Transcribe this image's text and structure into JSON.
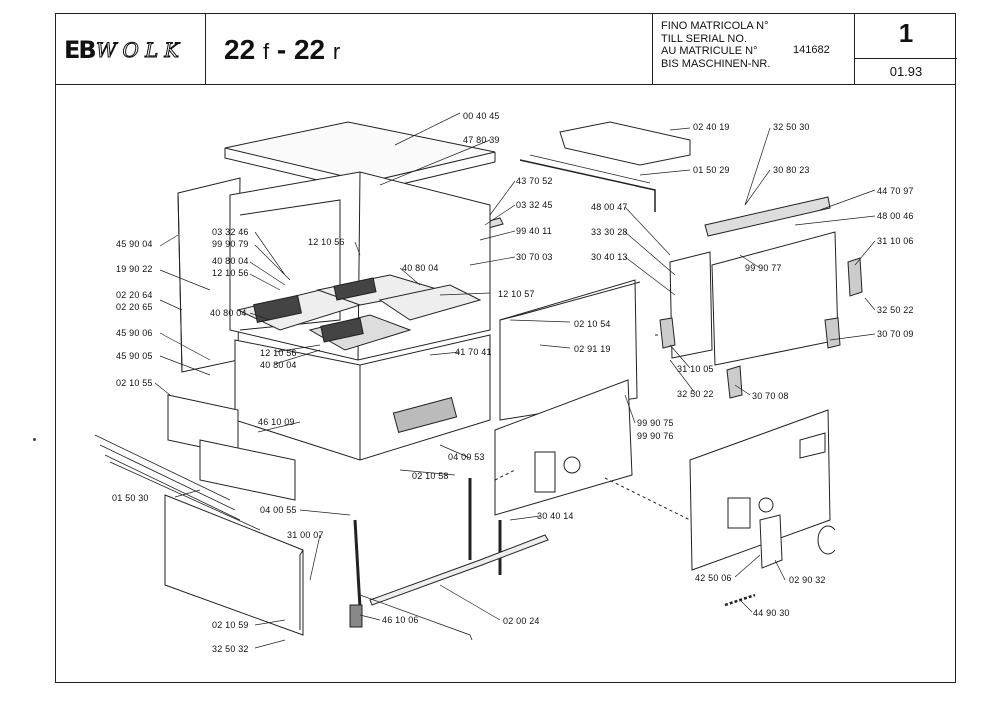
{
  "header": {
    "logo_mark": "EB",
    "logo_text": "WOLK",
    "model_main": "22",
    "model_f": "f",
    "model_sep": " - ",
    "model_main2": "22",
    "model_r": "r",
    "serial_lines": [
      "FINO MATRICOLA N°",
      "TILL SERIAL NO.",
      "AU MATRICULE N°",
      "BIS MASCHINEN-NR."
    ],
    "serial_number": "141682",
    "page_number": "1",
    "date": "01.93"
  },
  "parts": [
    "00 40 45",
    "47 80 39",
    "43 70 52",
    "03 32 45",
    "99 40 11",
    "30 70 03",
    "03 32 46",
    "99 90 79",
    "12 10 56",
    "40 80 04",
    "12 10 56",
    "40 80 04",
    "12 10 57",
    "40 80 04",
    "02 10 54",
    "02 91 19",
    "41 70 41",
    "12 10 56",
    "40 80 04",
    "45 90 04",
    "19 90 22",
    "02 20 64",
    "02 20 65",
    "45 90 06",
    "45 90 05",
    "02 10 55",
    "46 10 09",
    "04 00 53",
    "02 10 58",
    "04 00 55",
    "01 50 30",
    "31 00 07",
    "02 10 59",
    "32 50 32",
    "46 10 06",
    "02 00 24",
    "30 40 14",
    "02 40 19",
    "32 50 30",
    "01 50 29",
    "30 80 23",
    "44 70 97",
    "48 00 47",
    "48 00 46",
    "33 30 28",
    "31 10 06",
    "30 40 13",
    "99 90 77",
    "32 50 22",
    "30 70 09",
    "31 10 05",
    "32 50 22",
    "30 70 08",
    "99 90 75",
    "99 90 76",
    "42 50 06",
    "02 90 32",
    "44 90 30"
  ]
}
